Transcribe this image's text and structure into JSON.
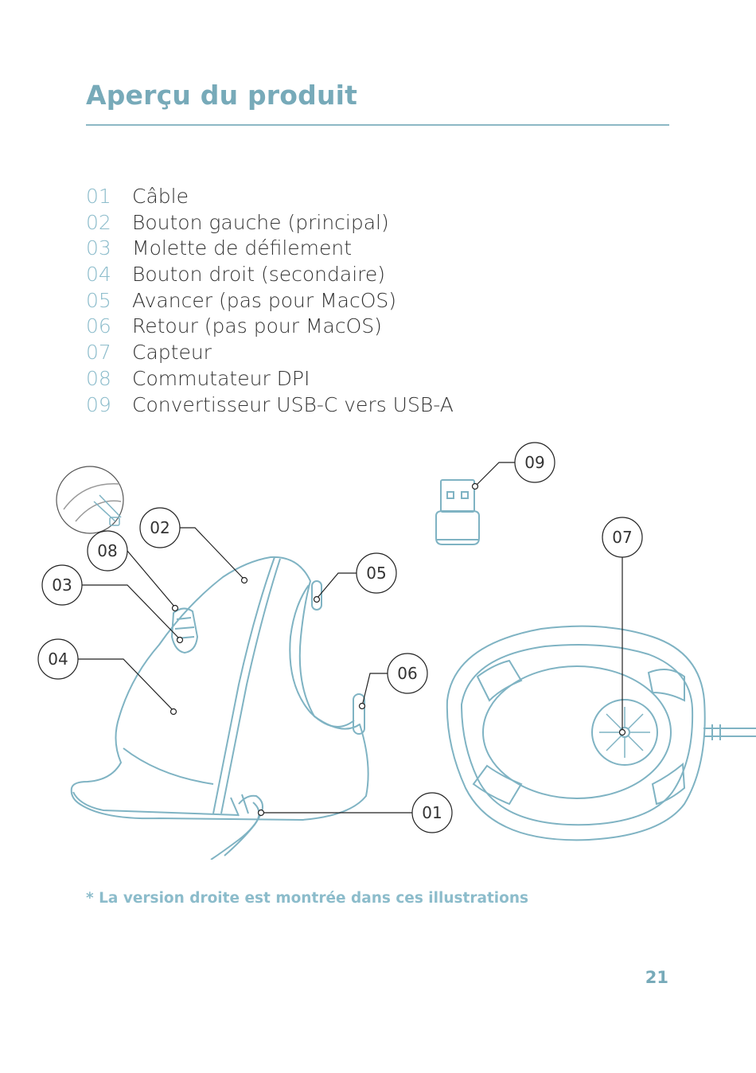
{
  "title": "Aperçu du produit",
  "parts": [
    {
      "num": "01",
      "label": "Câble"
    },
    {
      "num": "02",
      "label": "Bouton gauche (principal)"
    },
    {
      "num": "03",
      "label": "Molette de défilement"
    },
    {
      "num": "04",
      "label": "Bouton droit (secondaire)"
    },
    {
      "num": "05",
      "label": "Avancer (pas pour MacOS)"
    },
    {
      "num": "06",
      "label": "Retour (pas pour MacOS)"
    },
    {
      "num": "07",
      "label": "Capteur"
    },
    {
      "num": "08",
      "label": "Commutateur DPI"
    },
    {
      "num": "09",
      "label": "Convertisseur USB-C vers USB-A"
    }
  ],
  "callouts": {
    "c01": "01",
    "c02": "02",
    "c03": "03",
    "c04": "04",
    "c05": "05",
    "c06": "06",
    "c07": "07",
    "c08": "08",
    "c09": "09"
  },
  "footnote": "* La version droite est montrée dans ces illustrations",
  "page_number": "21",
  "colors": {
    "accent": "#77aab9",
    "line_art": "#7fb3c3",
    "text": "#333333"
  }
}
